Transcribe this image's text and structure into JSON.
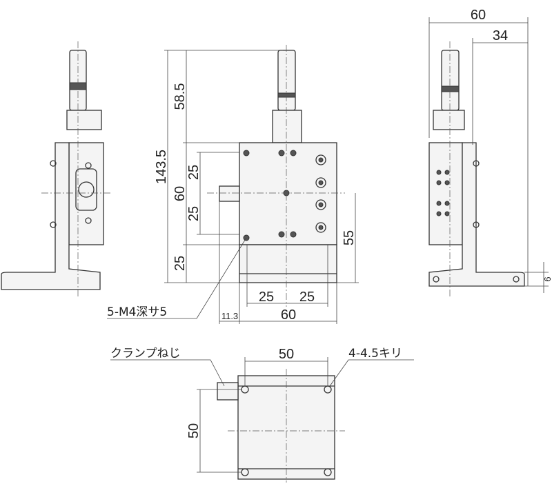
{
  "dimensions": {
    "overall_height": "143.5",
    "micrometer_height": "58.5",
    "table_size_v": "60",
    "hole_pitch_upper": "25",
    "hole_pitch_lower": "25",
    "base_height": "25",
    "center_height": "55",
    "hole_pitch_left": "25",
    "hole_pitch_right": "25",
    "table_width": "60",
    "offset": "11.3",
    "side_width": "60",
    "side_offset": "34",
    "base_thickness": "6",
    "bottom_pitch_h": "50",
    "bottom_pitch_v": "50"
  },
  "labels": {
    "tapped_holes": "5-M4深サ5",
    "clamp_screw": "クランプねじ",
    "through_holes": "4-4.5キリ"
  }
}
